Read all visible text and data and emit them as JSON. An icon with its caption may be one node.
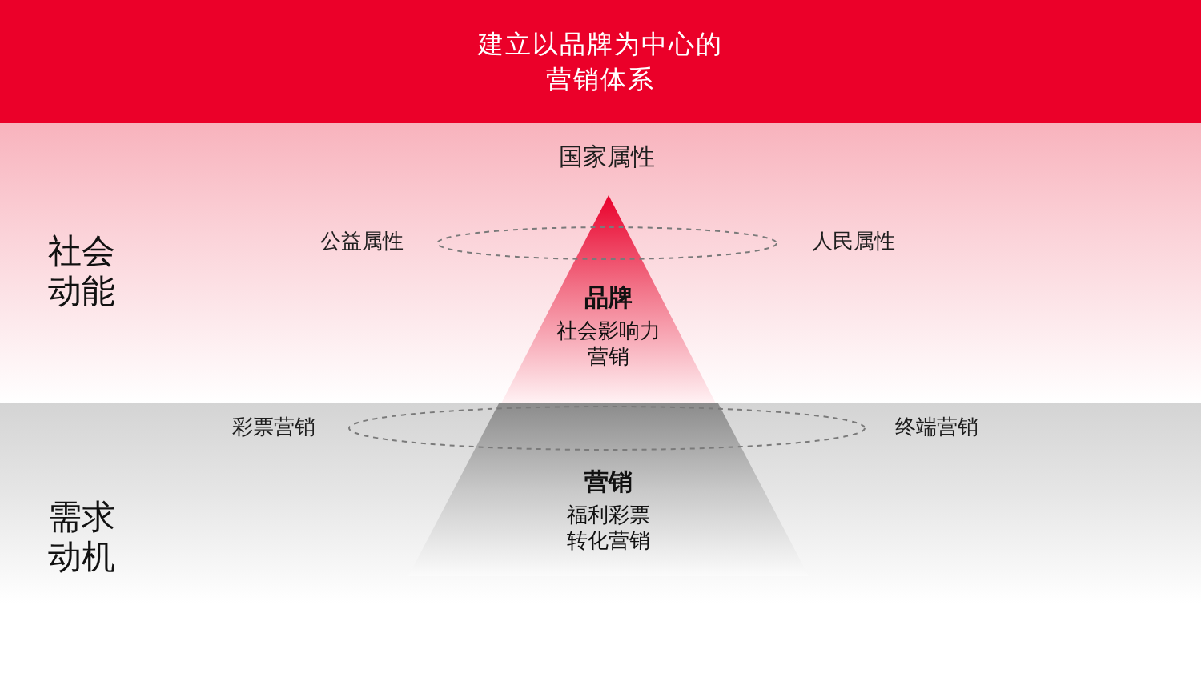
{
  "diagram": {
    "nodes": [
      {
        "text": [
          "建立以品牌为中心的营销体系"
        ]
      },
      {
        "text": [
          "社会动能"
        ]
      },
      {
        "text": [
          "品牌",
          "社会影响力营销"
        ],
        "in": 1
      },
      {
        "text": [],
        "shape": "ellipse",
        "in": 1
      },
      {
        "text": [
          "需求动机"
        ]
      },
      {
        "text": [
          "营销",
          "福利彩票转化营销"
        ],
        "in": 4
      },
      {
        "text": [],
        "shape": "ellipse",
        "in": 4
      }
    ],
    "labels": [
      "国家属性",
      "公益属性",
      "人民属性",
      "彩票营销",
      "终端营销"
    ]
  }
}
